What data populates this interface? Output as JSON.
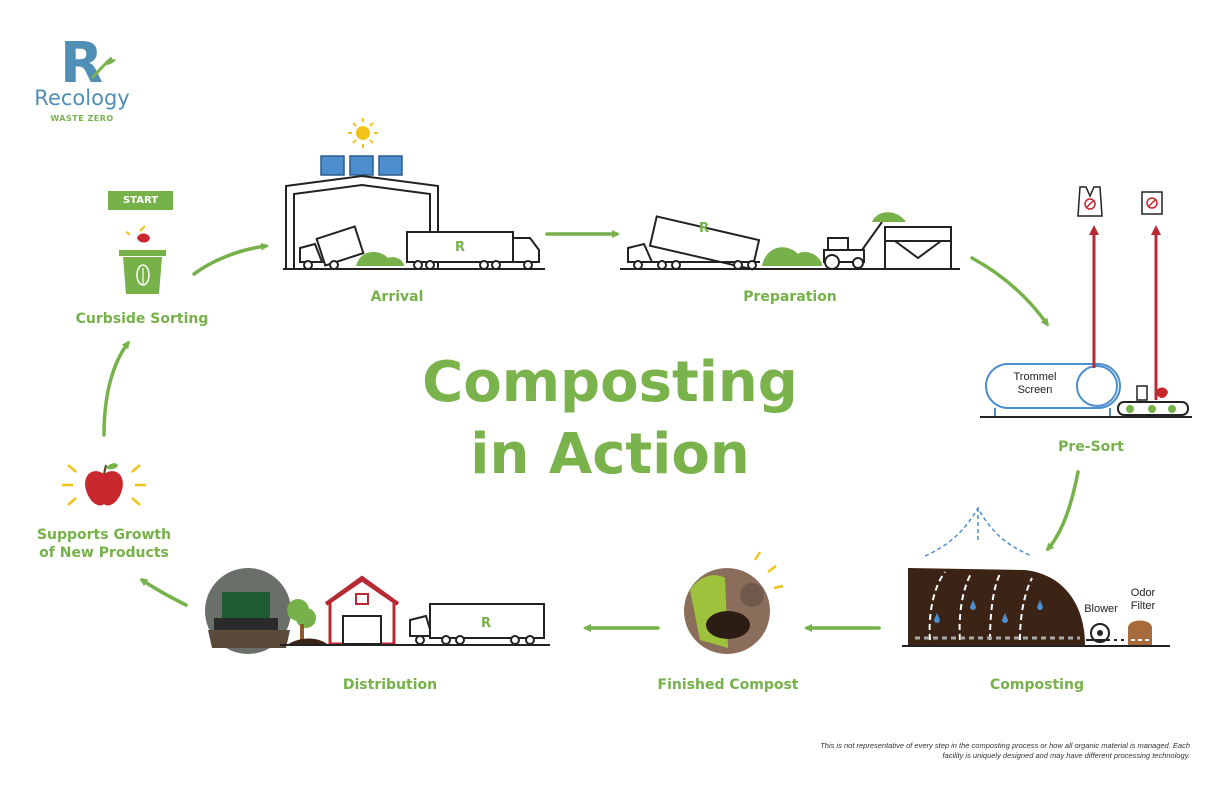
{
  "brand": {
    "name": "Recology",
    "tagline": "WASTE ZERO",
    "mark": "R",
    "color_blue": "#4f8fb5",
    "color_green": "#7ab24c"
  },
  "title": {
    "line1": "Composting",
    "line2": "in Action"
  },
  "start_label": "START",
  "steps": [
    {
      "id": "curbside-sorting",
      "label": "Curbside Sorting"
    },
    {
      "id": "arrival",
      "label": "Arrival"
    },
    {
      "id": "preparation",
      "label": "Preparation"
    },
    {
      "id": "pre-sort",
      "label": "Pre-Sort"
    },
    {
      "id": "composting",
      "label": "Composting"
    },
    {
      "id": "finished-compost",
      "label": "Finished Compost"
    },
    {
      "id": "distribution",
      "label": "Distribution"
    },
    {
      "id": "supports-growth",
      "label": "Supports Growth\nof New Products"
    }
  ],
  "presort": {
    "trommel_label": "Trommel\nScreen"
  },
  "composting": {
    "blower_label": "Blower",
    "odor_filter_label": "Odor\nFilter"
  },
  "disclaimer": "This is not representative of every step in the composting process or how all organic material is managed. Each facility is uniquely designed and may have different processing technology.",
  "colors": {
    "accent_green": "#76b14a",
    "arrow_red": "#b72a33",
    "compost_brown": "#3b2416",
    "outline": "#222222",
    "drip_blue": "#4d8ecf"
  }
}
